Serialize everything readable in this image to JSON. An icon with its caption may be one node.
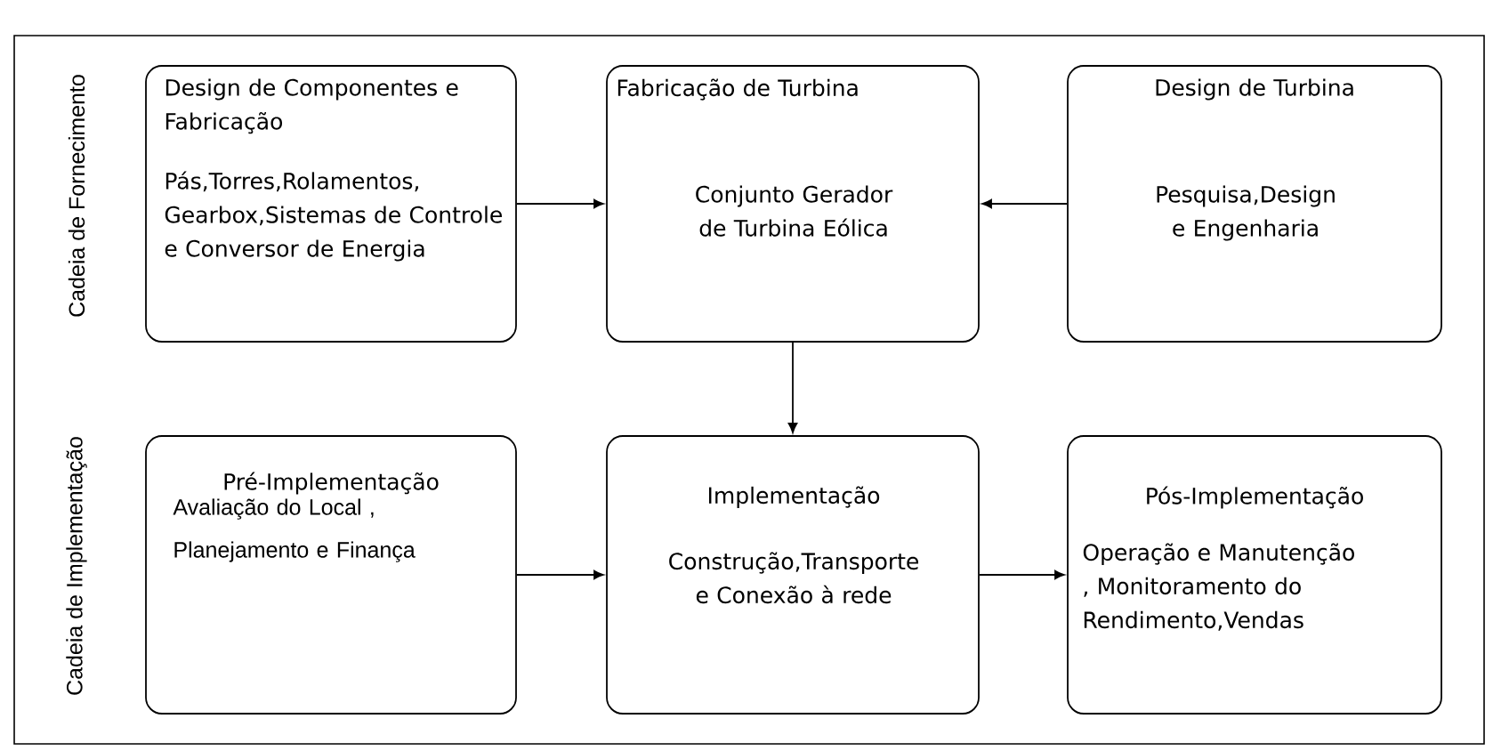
{
  "diagram": {
    "nodes": [
      {
        "text": [
          "Design de Componentes e Fabricação",
          "Pás,Torres,Rolamentos, Gearbox,Sistemas de Controle e Conversor de Energia"
        ]
      },
      {
        "text": [
          "Fabricação de Turbina",
          "Conjunto Gerador de Turbina Eólica"
        ]
      },
      {
        "text": [
          "Design de Turbina",
          "Pesquisa,Design e Engenharia"
        ]
      },
      {
        "text": [
          "Pré-Implementação",
          "Avaliação do Local , Planejamento e Finança"
        ]
      },
      {
        "text": [
          "Implementação",
          "Construção,Transporte e Conexão à rede"
        ]
      },
      {
        "text": [
          "Pós-Implementação",
          "Operação e Manutenção , Monitoramento do Rendimento,Vendas"
        ]
      }
    ],
    "edges": [
      {
        "from": 0,
        "to": 1,
        "arrow": "to"
      },
      {
        "from": 2,
        "to": 1,
        "arrow": "to"
      },
      {
        "from": 1,
        "to": 4,
        "arrow": "to"
      },
      {
        "from": 3,
        "to": 4,
        "arrow": "to"
      },
      {
        "from": 4,
        "to": 5,
        "arrow": "to"
      }
    ],
    "labels": [
      "Cadeia de Fornecimento",
      "Cadeia de Implementação"
    ]
  }
}
